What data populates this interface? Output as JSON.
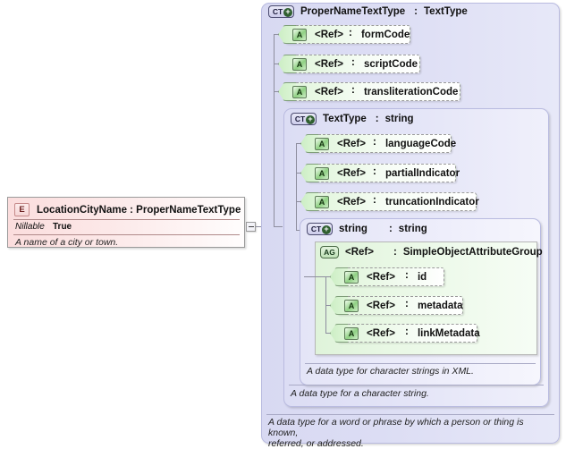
{
  "element": {
    "icon": "element-icon",
    "icon_label": "E",
    "name": "LocationCityName",
    "separator": ":",
    "type": "ProperNameTextType",
    "title": "LocationCityName : ProperNameTextType",
    "property_key": "Nillable",
    "property_value": "True",
    "documentation": "A name of a city or town."
  },
  "toggle": {
    "name": "collapse-toggle",
    "state": "expanded",
    "glyph": "−"
  },
  "types": [
    {
      "id": "proper-name-text-type",
      "icon": "complextype-icon",
      "icon_label": "CT",
      "expand_glyph": "+",
      "name": "ProperNameTextType",
      "separator": ":",
      "base": "TextType",
      "documentation": "A data type for a word or phrase by which a person or thing is known,\nreferred, or addressed.",
      "attributes": [
        {
          "icon": "attribute-icon",
          "icon_label": "A",
          "ref": "<Ref>",
          "separator": ":",
          "name": "formCode"
        },
        {
          "icon": "attribute-icon",
          "icon_label": "A",
          "ref": "<Ref>",
          "separator": ":",
          "name": "scriptCode"
        },
        {
          "icon": "attribute-icon",
          "icon_label": "A",
          "ref": "<Ref>",
          "separator": ":",
          "name": "transliterationCode"
        }
      ]
    },
    {
      "id": "text-type",
      "icon": "complextype-icon",
      "icon_label": "CT",
      "expand_glyph": "+",
      "name": "TextType",
      "separator": ":",
      "base": "string",
      "documentation": "A data type for a character string.",
      "attributes": [
        {
          "icon": "attribute-icon",
          "icon_label": "A",
          "ref": "<Ref>",
          "separator": ":",
          "name": "languageCode"
        },
        {
          "icon": "attribute-icon",
          "icon_label": "A",
          "ref": "<Ref>",
          "separator": ":",
          "name": "partialIndicator"
        },
        {
          "icon": "attribute-icon",
          "icon_label": "A",
          "ref": "<Ref>",
          "separator": ":",
          "name": "truncationIndicator"
        }
      ]
    },
    {
      "id": "string-type",
      "icon": "complextype-icon",
      "icon_label": "CT",
      "expand_glyph": "+",
      "name": "string",
      "separator": ":",
      "base": "string",
      "documentation": "A data type for character strings in XML.",
      "attribute_group": {
        "icon": "attributegroup-icon",
        "icon_label": "AG",
        "ref": "<Ref>",
        "separator": ":",
        "name": "SimpleObjectAttributeGroup",
        "attributes": [
          {
            "icon": "attribute-icon",
            "icon_label": "A",
            "ref": "<Ref>",
            "separator": ":",
            "name": "id"
          },
          {
            "icon": "attribute-icon",
            "icon_label": "A",
            "ref": "<Ref>",
            "separator": ":",
            "name": "metadata"
          },
          {
            "icon": "attribute-icon",
            "icon_label": "A",
            "ref": "<Ref>",
            "separator": ":",
            "name": "linkMetadata"
          }
        ]
      }
    }
  ],
  "colors": {
    "complextype_fill": "#dcddf4",
    "attribute_fill": "#e2f5dd",
    "element_fill": "#fbdddd",
    "connector": "#8d8d9e"
  }
}
